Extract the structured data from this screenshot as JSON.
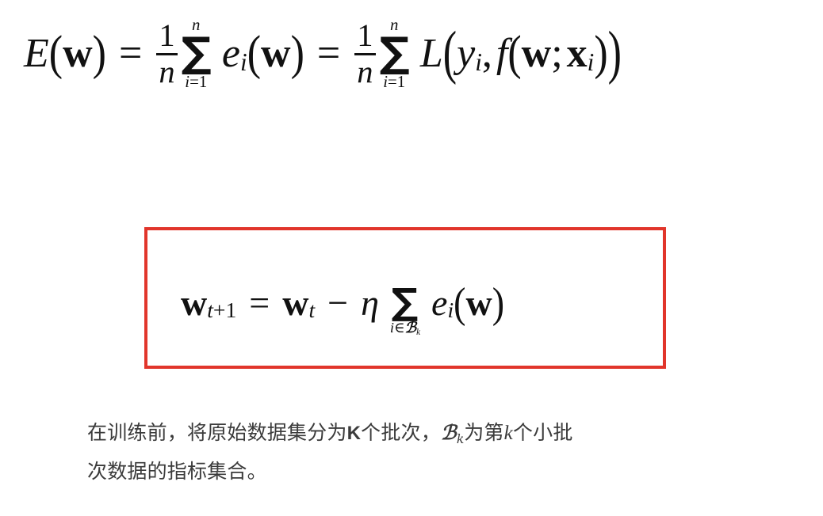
{
  "page": {
    "background_color": "#ffffff",
    "text_color": "#111111"
  },
  "equation_main": {
    "name": "average-empirical-loss",
    "latex": "E(\\mathbf{w}) = \\frac{1}{n}\\sum_{i=1}^{n} e_i(\\mathbf{w}) = \\frac{1}{n}\\sum_{i=1}^{n} L\\big(y_i, f(\\mathbf{w};\\mathbf{x}_i)\\big)",
    "plain_text": "E(w) = (1/n) sum_{i=1}^{n} e_i(w) = (1/n) sum_{i=1}^{n} L(y_i, f(w; x_i))",
    "tokens": {
      "E": "E",
      "w_bold": "w",
      "lparen": "(",
      "rparen": ")",
      "equals": "=",
      "frac_num": "1",
      "frac_den": "n",
      "sigma": "∑",
      "sum_upper": "n",
      "sum_lower_i": "i",
      "sum_lower_eq": "=",
      "sum_lower_one": "1",
      "e": "e",
      "sub_i": "i",
      "L": "L",
      "y": "y",
      "comma": ",",
      "f": "f",
      "semicolon": ";",
      "x_bold": "x"
    }
  },
  "boxed_equation": {
    "name": "minibatch-sgd-update",
    "border_color": "#e1352b",
    "latex": "\\mathbf{w}_{t+1} = \\mathbf{w}_t - \\eta \\sum_{i \\in \\mathcal{B}_k} e_i(\\mathbf{w})",
    "plain_text": "w_{t+1} = w_t - eta * sum_{i in B_k} e_i(w)",
    "tokens": {
      "w_bold": "w",
      "sub_t": "t",
      "plus": "+",
      "one": "1",
      "equals": "=",
      "minus": "−",
      "eta": "η",
      "sigma": "∑",
      "sum_lower_i": "i",
      "sum_lower_in": "∈",
      "sum_lower_B": "ℬ",
      "sum_lower_k": "k",
      "e": "e",
      "sub_i": "i",
      "lparen": "(",
      "rparen": ")"
    }
  },
  "caption": {
    "name": "minibatch-explanation",
    "full_text": "在训练前，将原始数据集分为K个批次，ℬk为第k个小批次数据的指标集合。",
    "line1_part1": "在训练前，将原始数据集分为",
    "line1_K": "K",
    "line1_part2": "个批次，",
    "line1_B": "ℬ",
    "line1_Bsub": "k",
    "line1_part3": "为第",
    "line1_k": "k",
    "line1_part4": "个小批",
    "line2": "次数据的指标集合。",
    "text_color": "#3b3b3b"
  }
}
